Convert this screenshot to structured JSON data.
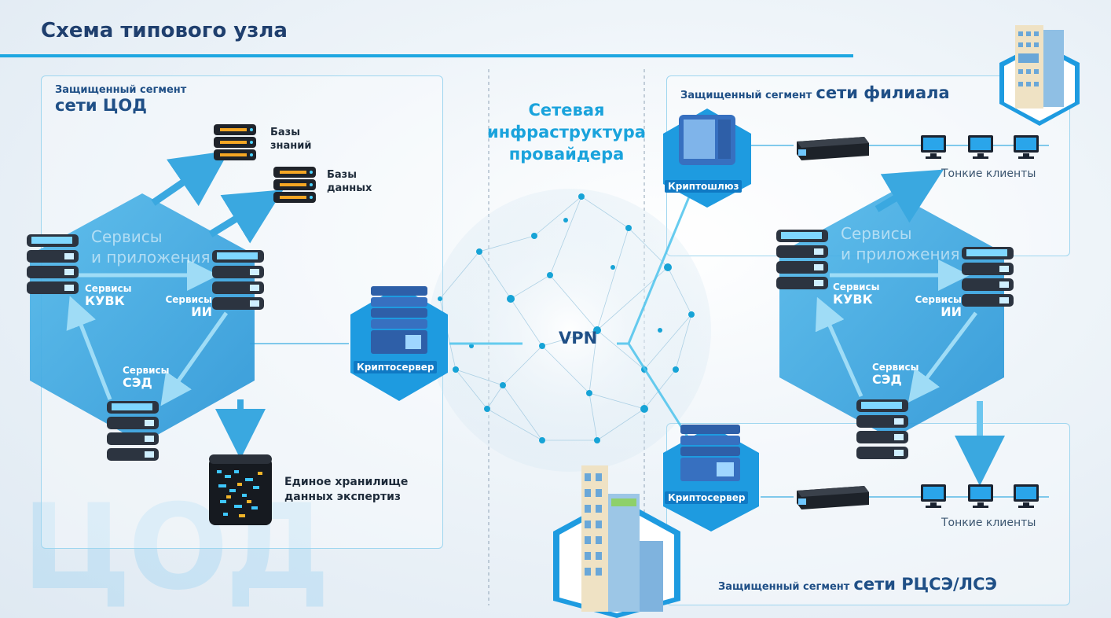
{
  "title": "Схема типового узла",
  "cod_segment": {
    "small": "Защищенный сегмент",
    "big": "сети ЦОД"
  },
  "branch_segment": {
    "small": "Защищенный сегмент",
    "big": "сети филиала"
  },
  "rcse_segment": {
    "small": "Защищенный сегмент",
    "big": "сети РЦСЭ/ЛСЭ"
  },
  "provider": {
    "line1": "Сетевая",
    "line2": "инфраструктура",
    "line3": "провайдера"
  },
  "vpn": "VPN",
  "watermark": "ЦОД",
  "services_hex": {
    "line1": "Сервисы",
    "line2": "и приложения"
  },
  "services": {
    "kuvk": {
      "small": "Сервисы",
      "big": "КУВК"
    },
    "ii": {
      "small": "Сервисы",
      "big": "ИИ"
    },
    "sed": {
      "small": "Сервисы",
      "big": "СЭД"
    }
  },
  "knowledge_base": {
    "line1": "Базы",
    "line2": "знаний"
  },
  "data_base": {
    "line1": "Базы",
    "line2": "данных"
  },
  "storage": {
    "line1": "Единое хранилище",
    "line2": "данных экспертиз"
  },
  "crypto_server": "Криптосервер",
  "crypto_gateway": "Криптошлюз",
  "thin_clients": "Тонкие клиенты",
  "colors": {
    "accent": "#1ea7e1",
    "navy": "#1f4f86",
    "hex": "#2fa6e0",
    "server_dark": "#2c3440"
  }
}
